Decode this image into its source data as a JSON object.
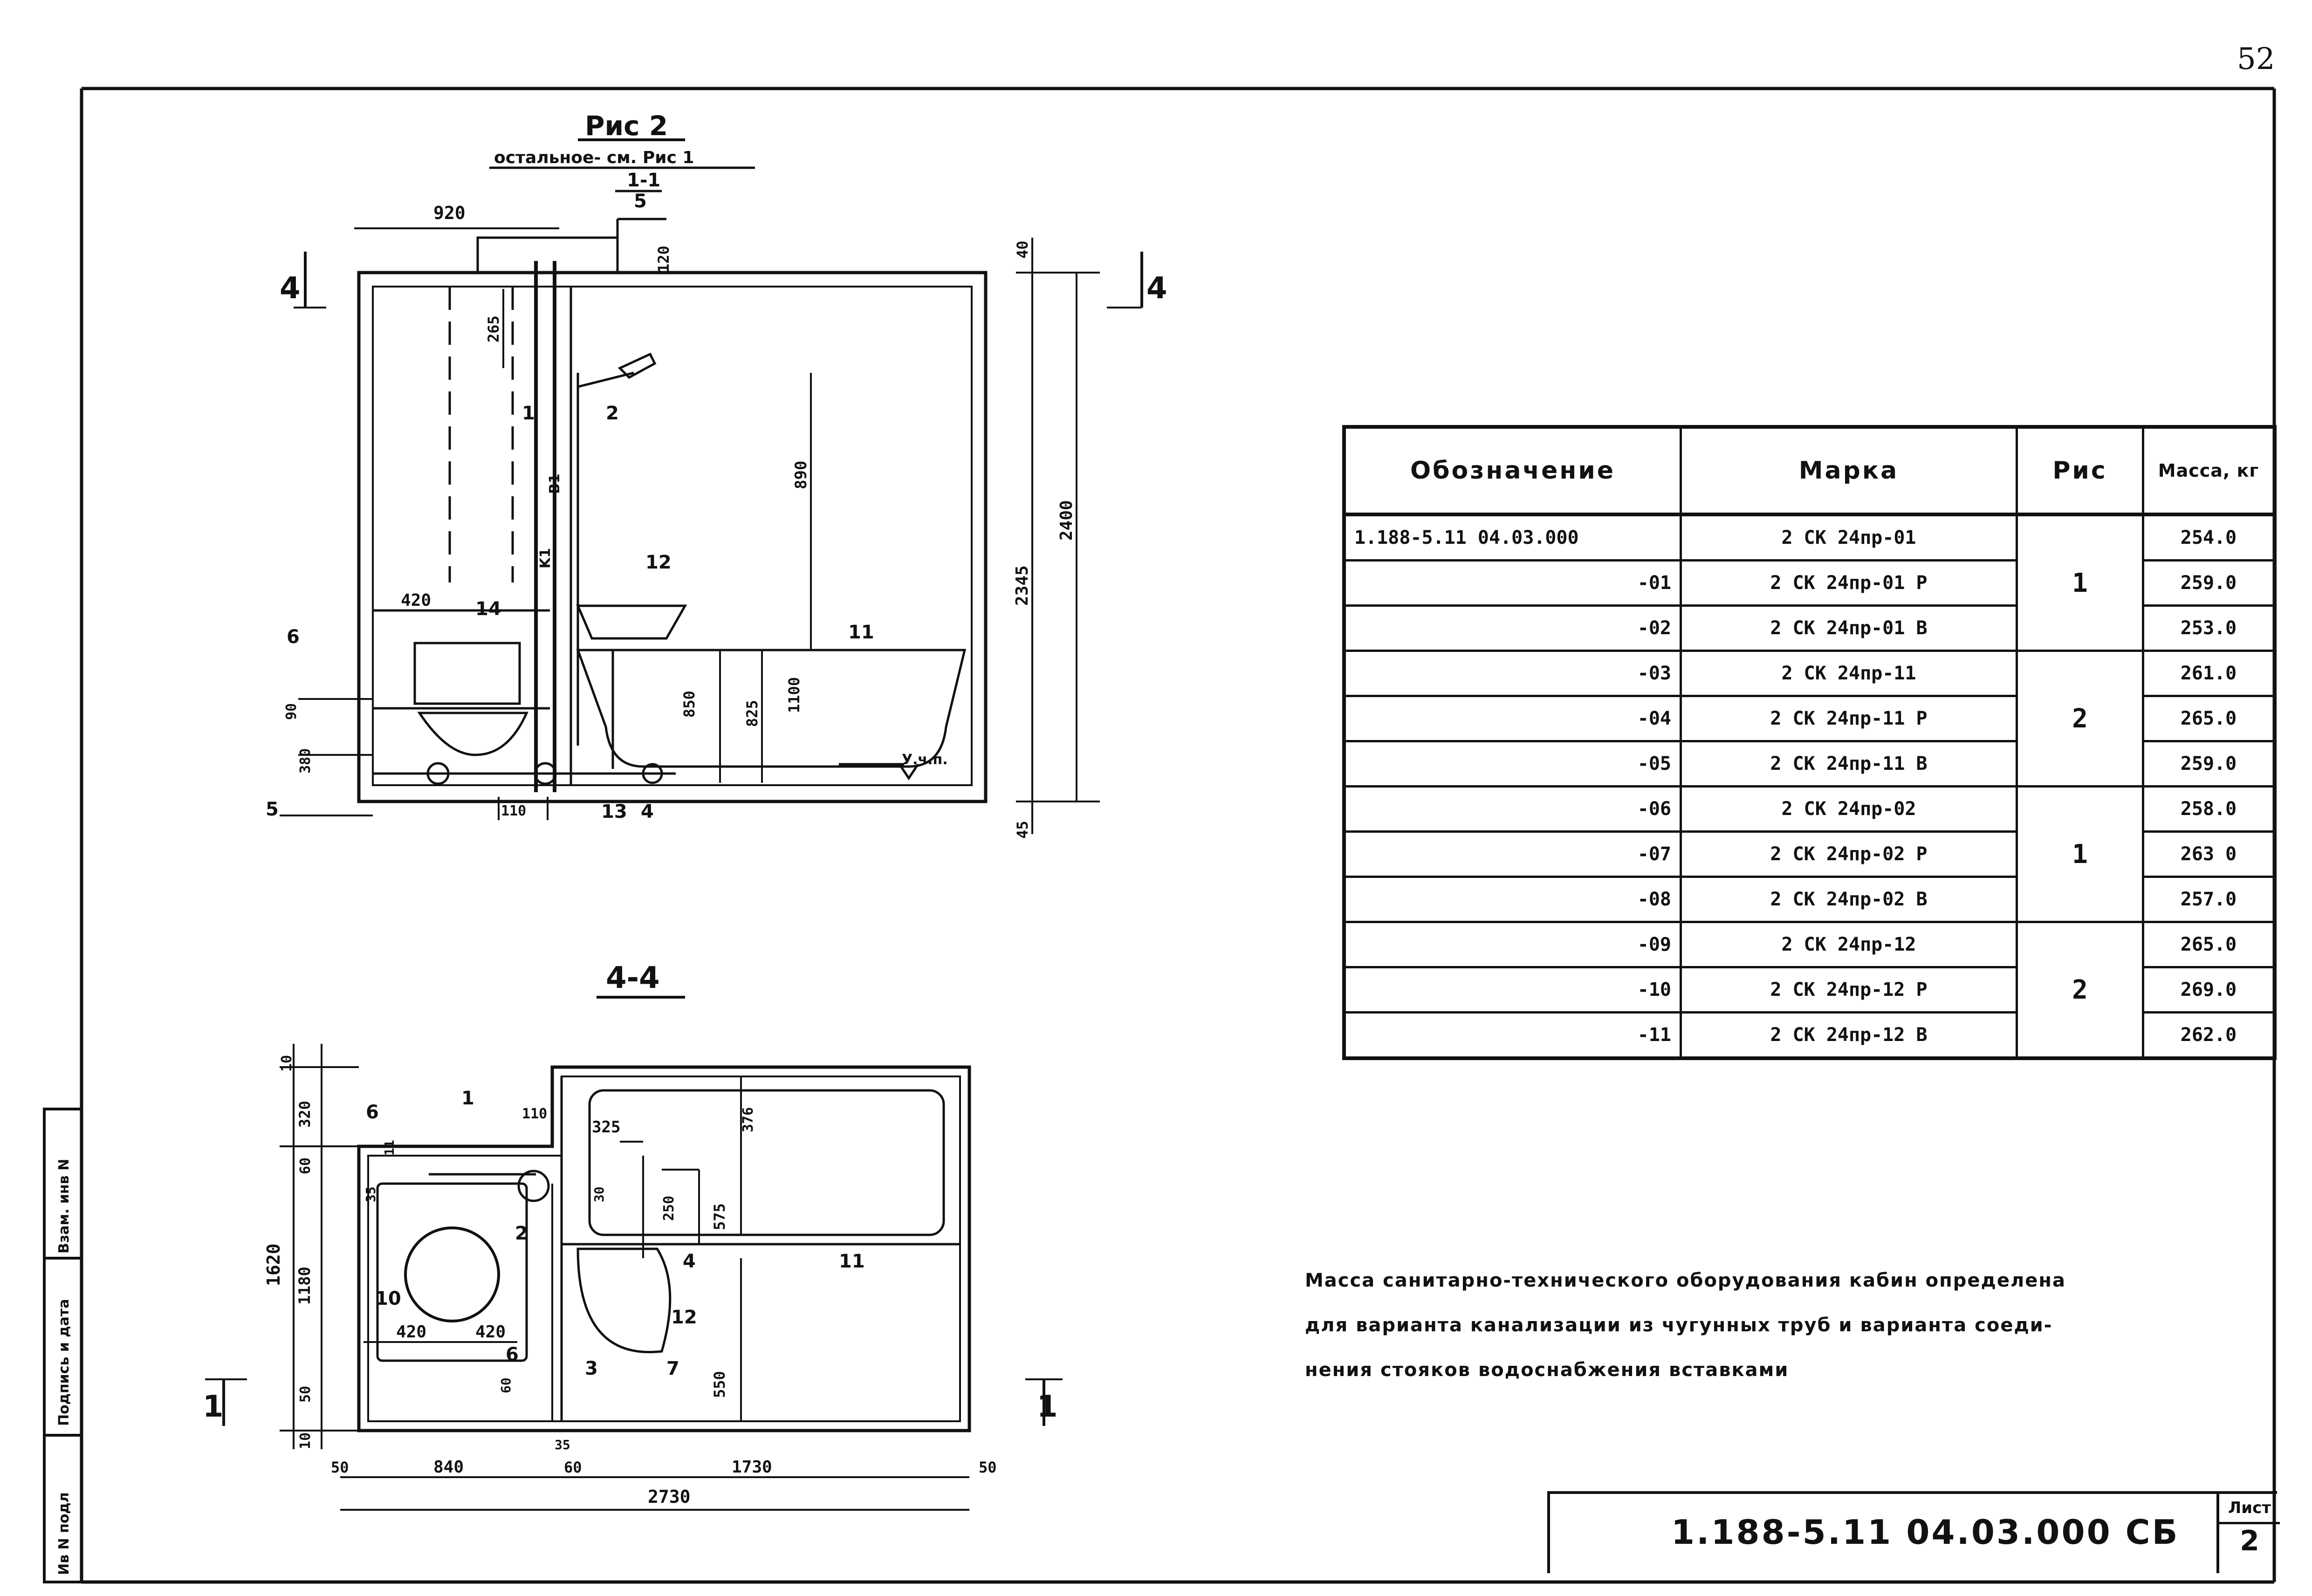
{
  "page_number": "52",
  "figure": {
    "title": "Рис 2",
    "subtitle": "остальное- см. Рис 1",
    "section_mark": "1-1",
    "section_sub": "5",
    "plan_title": "4-4",
    "cut_marks": {
      "four": "4",
      "one": "1"
    },
    "labels_section": {
      "l1": "1",
      "l2": "2",
      "l4": "4",
      "l5": "5",
      "l6": "6",
      "l11": "11",
      "l12": "12",
      "l13": "13",
      "l14": "14",
      "k1": "K1",
      "b1": "B1",
      "uchp": "У.ч.п."
    },
    "dims_section": {
      "d920": "920",
      "d120": "120",
      "d40": "40",
      "d265": "265",
      "d890": "890",
      "d420": "420",
      "d90": "90",
      "d380": "380",
      "d110": "110",
      "d850": "850",
      "d825": "825",
      "d1100": "1100",
      "d2345": "2345",
      "d2400": "2400",
      "d45": "45"
    },
    "labels_plan": {
      "p1": "1",
      "p2": "2",
      "p3": "3",
      "p4": "4",
      "p6a": "6",
      "p6b": "6",
      "p7": "7",
      "p10": "10",
      "p11": "11",
      "p12": "12"
    },
    "dims_plan": {
      "d10a": "10",
      "d320": "320",
      "d60a": "60",
      "d1620": "1620",
      "d1180": "1180",
      "d50a": "50",
      "d10b": "10",
      "d110": "110",
      "d325": "325",
      "d376": "376",
      "d575": "575",
      "d250": "250",
      "d30": "30",
      "d35a": "35",
      "d11": "11",
      "d420a": "420",
      "d420b": "420",
      "d60b": "60",
      "d550": "550",
      "d35b": "35",
      "d50b": "50",
      "d840": "840",
      "d60c": "60",
      "d1730": "1730",
      "d50c": "50",
      "d2730": "2730"
    }
  },
  "spec_table": {
    "headers": {
      "oboz": "Обозначение",
      "marka": "Марка",
      "ris": "Рис",
      "massa": "Масса, кг"
    },
    "rows": [
      {
        "oboz": "1.188-5.11 04.03.000",
        "marka": "2 СК 24пр-01",
        "massa": "254.0"
      },
      {
        "oboz": "-01",
        "marka": "2 СК 24пр-01 Р",
        "massa": "259.0"
      },
      {
        "oboz": "-02",
        "marka": "2 СК 24пр-01 В",
        "massa": "253.0"
      },
      {
        "oboz": "-03",
        "marka": "2 СК 24пр-11",
        "massa": "261.0"
      },
      {
        "oboz": "-04",
        "marka": "2 СК 24пр-11 Р",
        "massa": "265.0"
      },
      {
        "oboz": "-05",
        "marka": "2 СК 24пр-11 В",
        "massa": "259.0"
      },
      {
        "oboz": "-06",
        "marka": "2 СК 24пр-02",
        "massa": "258.0"
      },
      {
        "oboz": "-07",
        "marka": "2 СК 24пр-02 Р",
        "massa": "263 0"
      },
      {
        "oboz": "-08",
        "marka": "2 СК 24пр-02 В",
        "massa": "257.0"
      },
      {
        "oboz": "-09",
        "marka": "2 СК 24пр-12",
        "massa": "265.0"
      },
      {
        "oboz": "-10",
        "marka": "2 СК 24пр-12 Р",
        "massa": "269.0"
      },
      {
        "oboz": "-11",
        "marka": "2 СК 24пр-12 В",
        "massa": "262.0"
      }
    ],
    "ris_groups": [
      "1",
      "2",
      "1",
      "2"
    ]
  },
  "note": {
    "line1": "Масса санитарно-технического оборудования кабин определена",
    "line2": "для варианта канализации из чугунных труб и варианта соеди-",
    "line3": "нения стояков водоснабжения вставками"
  },
  "title_block": {
    "code": "1.188-5.11   04.03.000 СБ",
    "list_label": "Лист",
    "list_number": "2"
  },
  "side_stamp": {
    "inv_podl": "Ив N подл",
    "podpis": "Подпись и дата",
    "vzam": "Взам. инв N"
  }
}
